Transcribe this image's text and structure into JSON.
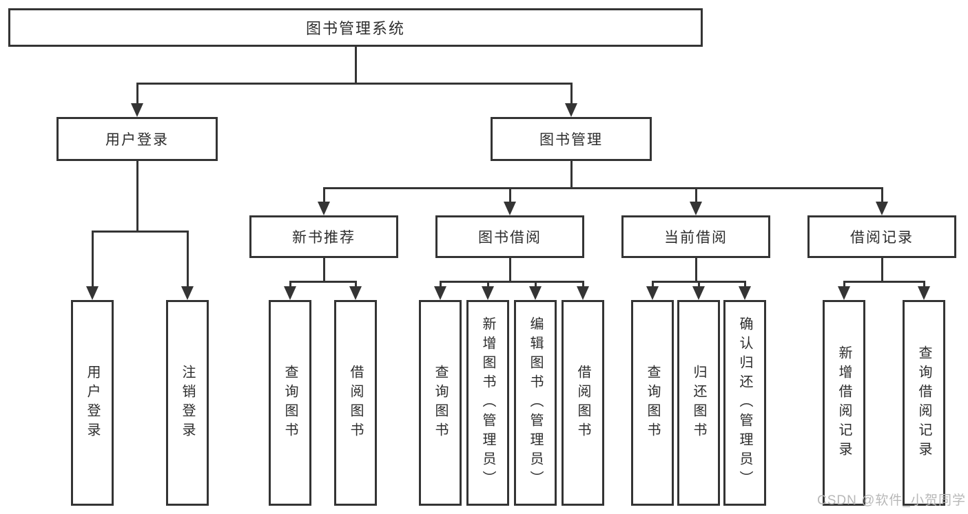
{
  "diagram_title": "图书管理系统",
  "nodes": {
    "root": {
      "label": "图书管理系统"
    },
    "user_login": {
      "label": "用户登录",
      "children": [
        {
          "label": "用户登录"
        },
        {
          "label": "注销登录"
        }
      ]
    },
    "book_mgmt": {
      "label": "图书管理"
    },
    "new_books": {
      "label": "新书推荐",
      "children": [
        {
          "label": "查询图书"
        },
        {
          "label": "借阅图书"
        }
      ]
    },
    "book_borrow": {
      "label": "图书借阅",
      "children": [
        {
          "label": "查询图书"
        },
        {
          "label": "新增图书（管理员）"
        },
        {
          "label": "编辑图书（管理员）"
        },
        {
          "label": "借阅图书"
        }
      ]
    },
    "current_borrow": {
      "label": "当前借阅",
      "children": [
        {
          "label": "查询图书"
        },
        {
          "label": "归还图书"
        },
        {
          "label": "确认归还（管理员）"
        }
      ]
    },
    "borrow_records": {
      "label": "借阅记录",
      "children": [
        {
          "label": "新增借阅记录"
        },
        {
          "label": "查询借阅记录"
        }
      ]
    }
  },
  "watermark": {
    "text": "CSDN @软件_小贺同学"
  },
  "colors": {
    "line": "#343434",
    "text": "#2d2d2d",
    "watermark": "#b8b8b8",
    "background": "#ffffff"
  }
}
